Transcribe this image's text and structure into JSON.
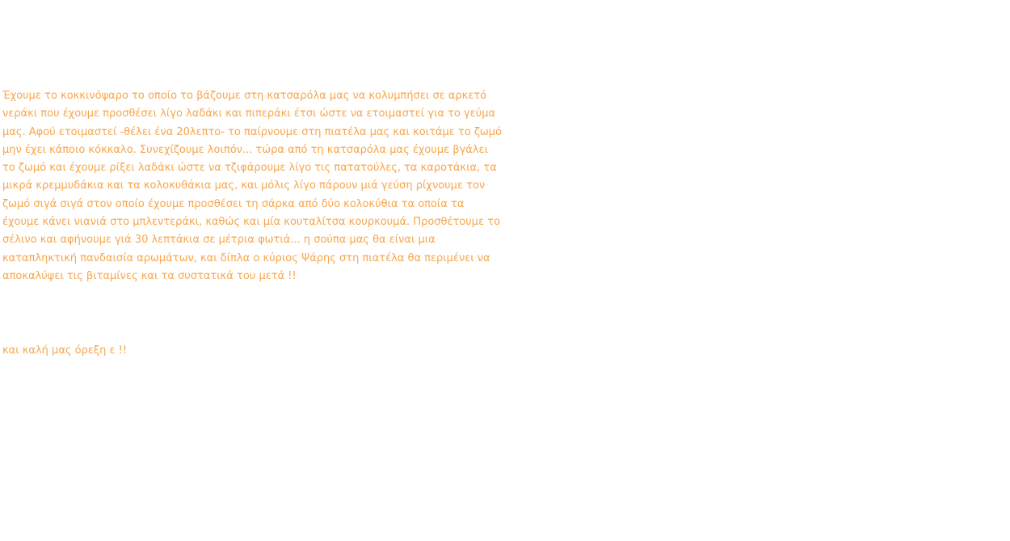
{
  "article": {
    "lines": [
      "Έχουμε το κοκκινόψαρο το οποίο το βάζουμε στη κατσαρόλα μας να κολυμπήσει σε αρκετό",
      "νεράκι που έχουμε προσθέσει λίγο λαδάκι και πιπεράκι έτσι ώστε να ετοιμαστεί για το γεύμα",
      "μας. Αφού ετοιμαστεί -θέλει ένα 20λεπτο- το παίρνουμε στη πιατέλα μας και κοιτάμε το ζωμό",
      "μην έχει κάποιο κόκκαλο. Συνεχίζουμε λοιπόν... τώρα από τη κατσαρόλα μας έχουμε βγάλει",
      "το ζωμό και έχουμε ρίξει λαδάκι ώστε να τζιφάρουμε λίγο τις πατατούλες, τα καροτάκια, τα",
      "μικρά  κρεμμυδάκια και τα κολοκυθάκια μας, και μόλις λίγο πάρουν μιά γεύση ρίχνουμε τον",
      "ζωμό σιγά σιγά στον οποίο έχουμε προσθέσει τη σάρκα από δύο κολοκύθια τα οποία τα",
      "έχουμε κάνει νιανιά στο μπλεντεράκι, καθώς και μία κουταλίτσα κουρκουμά. Προσθέτουμε το",
      "σέλινο και αφήνουμε γιά 30 λεπτάκια σε μέτρια φωτιά... η σούπα μας θα είναι μια",
      "καταπληκτική πανδαισία αρωμάτων, και δίπλα ο κύριος Ψάρης στη πιατέλα θα περιμένει να",
      "αποκαλύψει τις βιταμίνες και τα συστατικά του μετά !!"
    ],
    "closing": "και καλή μας όρεξη ε !!"
  },
  "colors": {
    "text": "#f7a64c",
    "background": "#ffffff"
  }
}
